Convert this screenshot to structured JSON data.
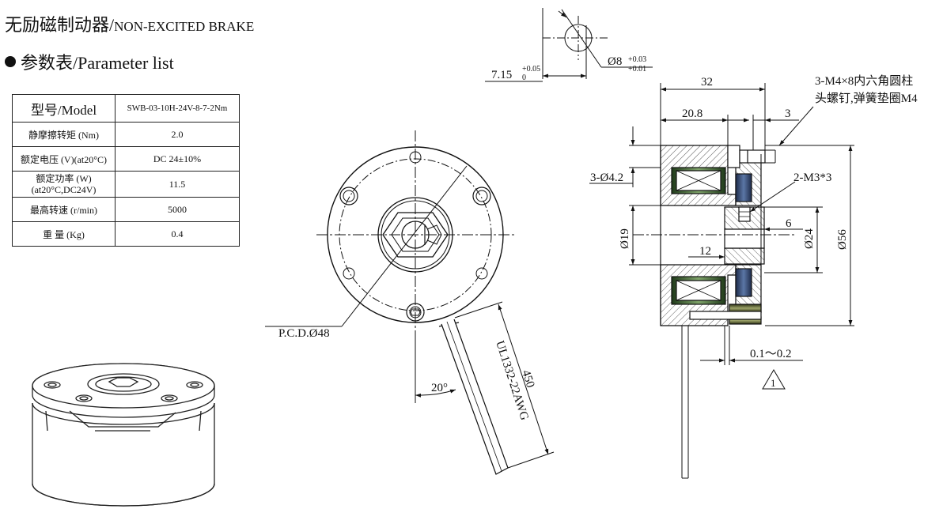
{
  "title": {
    "cn": "无励磁制动器",
    "sep": "/",
    "en": "NON-EXCITED BRAKE"
  },
  "subtitle": "参数表/Parameter list",
  "table": {
    "header": {
      "label": "型号/Model",
      "value": "SWB-03-10H-24V-8-7-2Nm"
    },
    "rows": [
      {
        "label": "静摩擦转矩 (Nm)",
        "value": "2.0"
      },
      {
        "label": "额定电压 (V)(at20°C)",
        "value": "DC 24±10%"
      },
      {
        "label_lines": [
          "额定功率 (W)",
          "(at20°C,DC24V)"
        ],
        "value": "11.5"
      },
      {
        "label": "最高转速 (r/min)",
        "value": "5000"
      },
      {
        "label": "重 量 (Kg)",
        "value": "0.4"
      }
    ]
  },
  "front_view": {
    "pcd": "P.C.D.Ø48",
    "angle": "20°",
    "wire_length": "450",
    "wire_spec": "UL1332-22AWG"
  },
  "shaft_detail": {
    "flat_dim": "7.15",
    "flat_tol_upper": "+0.05",
    "flat_tol_lower": "0",
    "dia": "Ø8",
    "dia_tol_upper": "+0.03",
    "dia_tol_lower": "+0.01"
  },
  "side_view": {
    "length_total": "32",
    "length_body": "20.8",
    "length_step": "3",
    "screw_note": [
      "3-M4×8内六角圆柱",
      "头螺钉,弹簧垫圈M4"
    ],
    "holes": "3-Ø4.2",
    "set_screws": "2-M3*3",
    "bore": "Ø19",
    "hub_width": "12",
    "hub_dim": "6",
    "hub_dia": "Ø24",
    "outer_dia": "Ø56",
    "air_gap": "0.1～0.2",
    "note_symbol": "1"
  }
}
